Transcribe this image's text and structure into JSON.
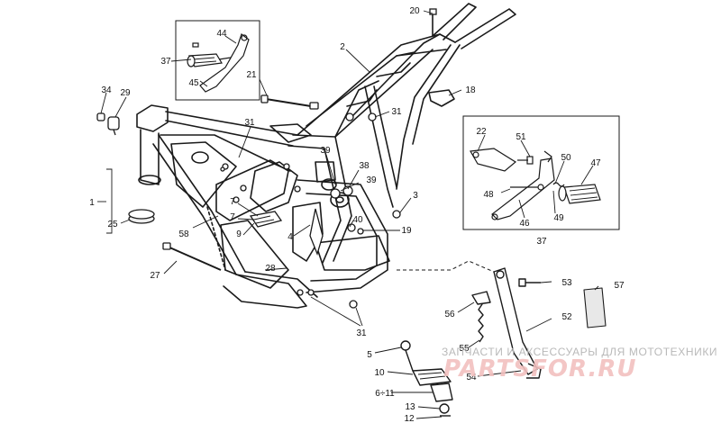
{
  "callouts": [
    {
      "id": "c20",
      "text": "20"
    },
    {
      "id": "c2",
      "text": "2"
    },
    {
      "id": "c44",
      "text": "44"
    },
    {
      "id": "c37a",
      "text": "37"
    },
    {
      "id": "c45",
      "text": "45"
    },
    {
      "id": "c21",
      "text": "21"
    },
    {
      "id": "c18",
      "text": "18"
    },
    {
      "id": "c34",
      "text": "34"
    },
    {
      "id": "c29",
      "text": "29"
    },
    {
      "id": "c31a",
      "text": "31"
    },
    {
      "id": "c31b",
      "text": "31"
    },
    {
      "id": "c39a",
      "text": "39"
    },
    {
      "id": "c38",
      "text": "38"
    },
    {
      "id": "c39b",
      "text": "39"
    },
    {
      "id": "c1",
      "text": "1"
    },
    {
      "id": "c25",
      "text": "25"
    },
    {
      "id": "c7a",
      "text": "7"
    },
    {
      "id": "c7b",
      "text": "7"
    },
    {
      "id": "c3",
      "text": "3"
    },
    {
      "id": "c40",
      "text": "40"
    },
    {
      "id": "c19",
      "text": "19"
    },
    {
      "id": "c58",
      "text": "58"
    },
    {
      "id": "c9",
      "text": "9"
    },
    {
      "id": "c4",
      "text": "4"
    },
    {
      "id": "c28",
      "text": "28"
    },
    {
      "id": "c27",
      "text": "27"
    },
    {
      "id": "c22",
      "text": "22"
    },
    {
      "id": "c51",
      "text": "51"
    },
    {
      "id": "c50",
      "text": "50"
    },
    {
      "id": "c47",
      "text": "47"
    },
    {
      "id": "c48",
      "text": "48"
    },
    {
      "id": "c46",
      "text": "46"
    },
    {
      "id": "c49",
      "text": "49"
    },
    {
      "id": "c37b",
      "text": "37"
    },
    {
      "id": "c53",
      "text": "53"
    },
    {
      "id": "c57",
      "text": "57"
    },
    {
      "id": "c56",
      "text": "56"
    },
    {
      "id": "c52",
      "text": "52"
    },
    {
      "id": "c31c",
      "text": "31"
    },
    {
      "id": "c5",
      "text": "5"
    },
    {
      "id": "c55",
      "text": "55"
    },
    {
      "id": "c10",
      "text": "10"
    },
    {
      "id": "c54",
      "text": "54"
    },
    {
      "id": "c611",
      "text": "6÷11"
    },
    {
      "id": "c13",
      "text": "13"
    },
    {
      "id": "c12",
      "text": "12"
    }
  ],
  "watermark": {
    "line1": "ЗАПЧАСТИ И АКСЕССУАРЫ ДЛЯ МОТОТЕХНИКИ",
    "line2": "PARTSFOR.RU"
  }
}
